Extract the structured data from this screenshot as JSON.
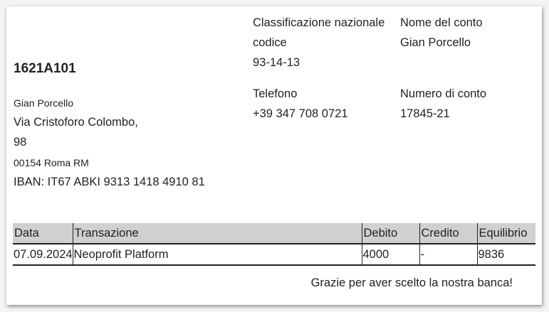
{
  "account": {
    "id": "1621A101",
    "holder_name": "Gian Porcello",
    "address_line1": "Via Cristoforo Colombo,",
    "address_line2": "98",
    "postal_city": "00154 Roma RM",
    "iban": "IBAN: IT67 ABKI 9313 1418 4910 81"
  },
  "details": {
    "sort_code_label_1": "Classificazione nazionale",
    "sort_code_label_2": "codice",
    "sort_code_value": "93-14-13",
    "phone_label": "Telefono",
    "phone_value": "+39 347 708 0721",
    "account_name_label": "Nome del conto",
    "account_name_value": "Gian Porcello",
    "account_number_label": "Numero di conto",
    "account_number_value": "17845-21"
  },
  "table": {
    "headers": [
      "Data",
      "Transazione",
      "Debito",
      "Credito",
      "Equilibrio"
    ],
    "rows": [
      [
        "07.09.2024",
        "Neoprofit Platform",
        "4000",
        "-",
        "9836"
      ]
    ]
  },
  "footer": {
    "thanks": "Grazie per aver scelto la nostra banca!"
  }
}
